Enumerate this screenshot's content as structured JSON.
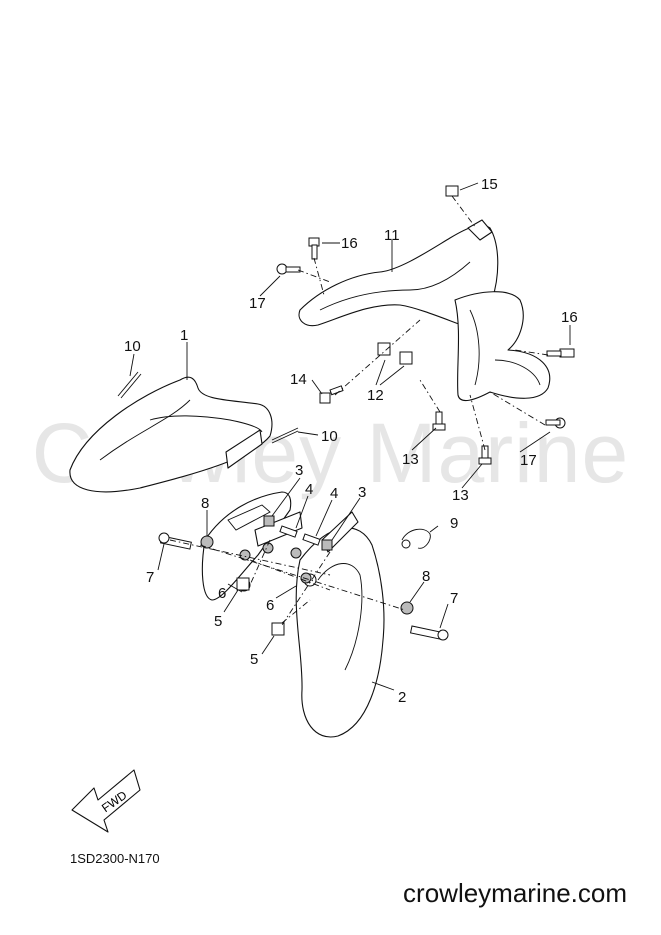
{
  "watermark": "Crowley Marine",
  "diagram_code": "1SD2300-N170",
  "website": "crowleymarine.com",
  "fwd_label": "FWD",
  "callouts": [
    "1",
    "2",
    "3",
    "3",
    "4",
    "4",
    "5",
    "5",
    "6",
    "6",
    "7",
    "7",
    "8",
    "8",
    "9",
    "10",
    "10",
    "11",
    "12",
    "13",
    "13",
    "14",
    "15",
    "16",
    "16",
    "17",
    "17"
  ]
}
